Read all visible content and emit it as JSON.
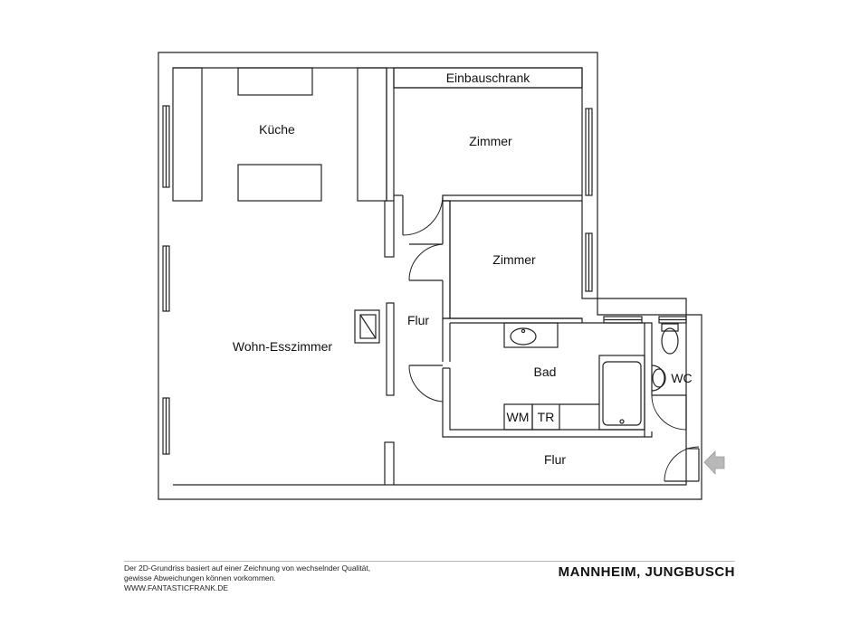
{
  "rooms": {
    "kueche": "Küche",
    "einbauschrank": "Einbauschrank",
    "zimmer1": "Zimmer",
    "zimmer2": "Zimmer",
    "flur_inner": "Flur",
    "wohn_esszimmer": "Wohn-Esszimmer",
    "bad": "Bad",
    "wc": "WC",
    "wm": "WM",
    "tr": "TR",
    "flur_lower": "Flur"
  },
  "entrance": {
    "icon": "entrance-arrow-icon",
    "color": "#b8b8b8"
  },
  "footer": {
    "disclaimer_line1": "Der 2D-Grundriss basiert auf einer Zeichnung von wechselnder Qualität,",
    "disclaimer_line2": "gewisse Abweichungen können vorkommen.",
    "website": "WWW.FANTASTICFRANK.DE",
    "location": "MANNHEIM, JUNGBUSCH"
  },
  "colors": {
    "wall": "#222222",
    "background": "#ffffff"
  }
}
